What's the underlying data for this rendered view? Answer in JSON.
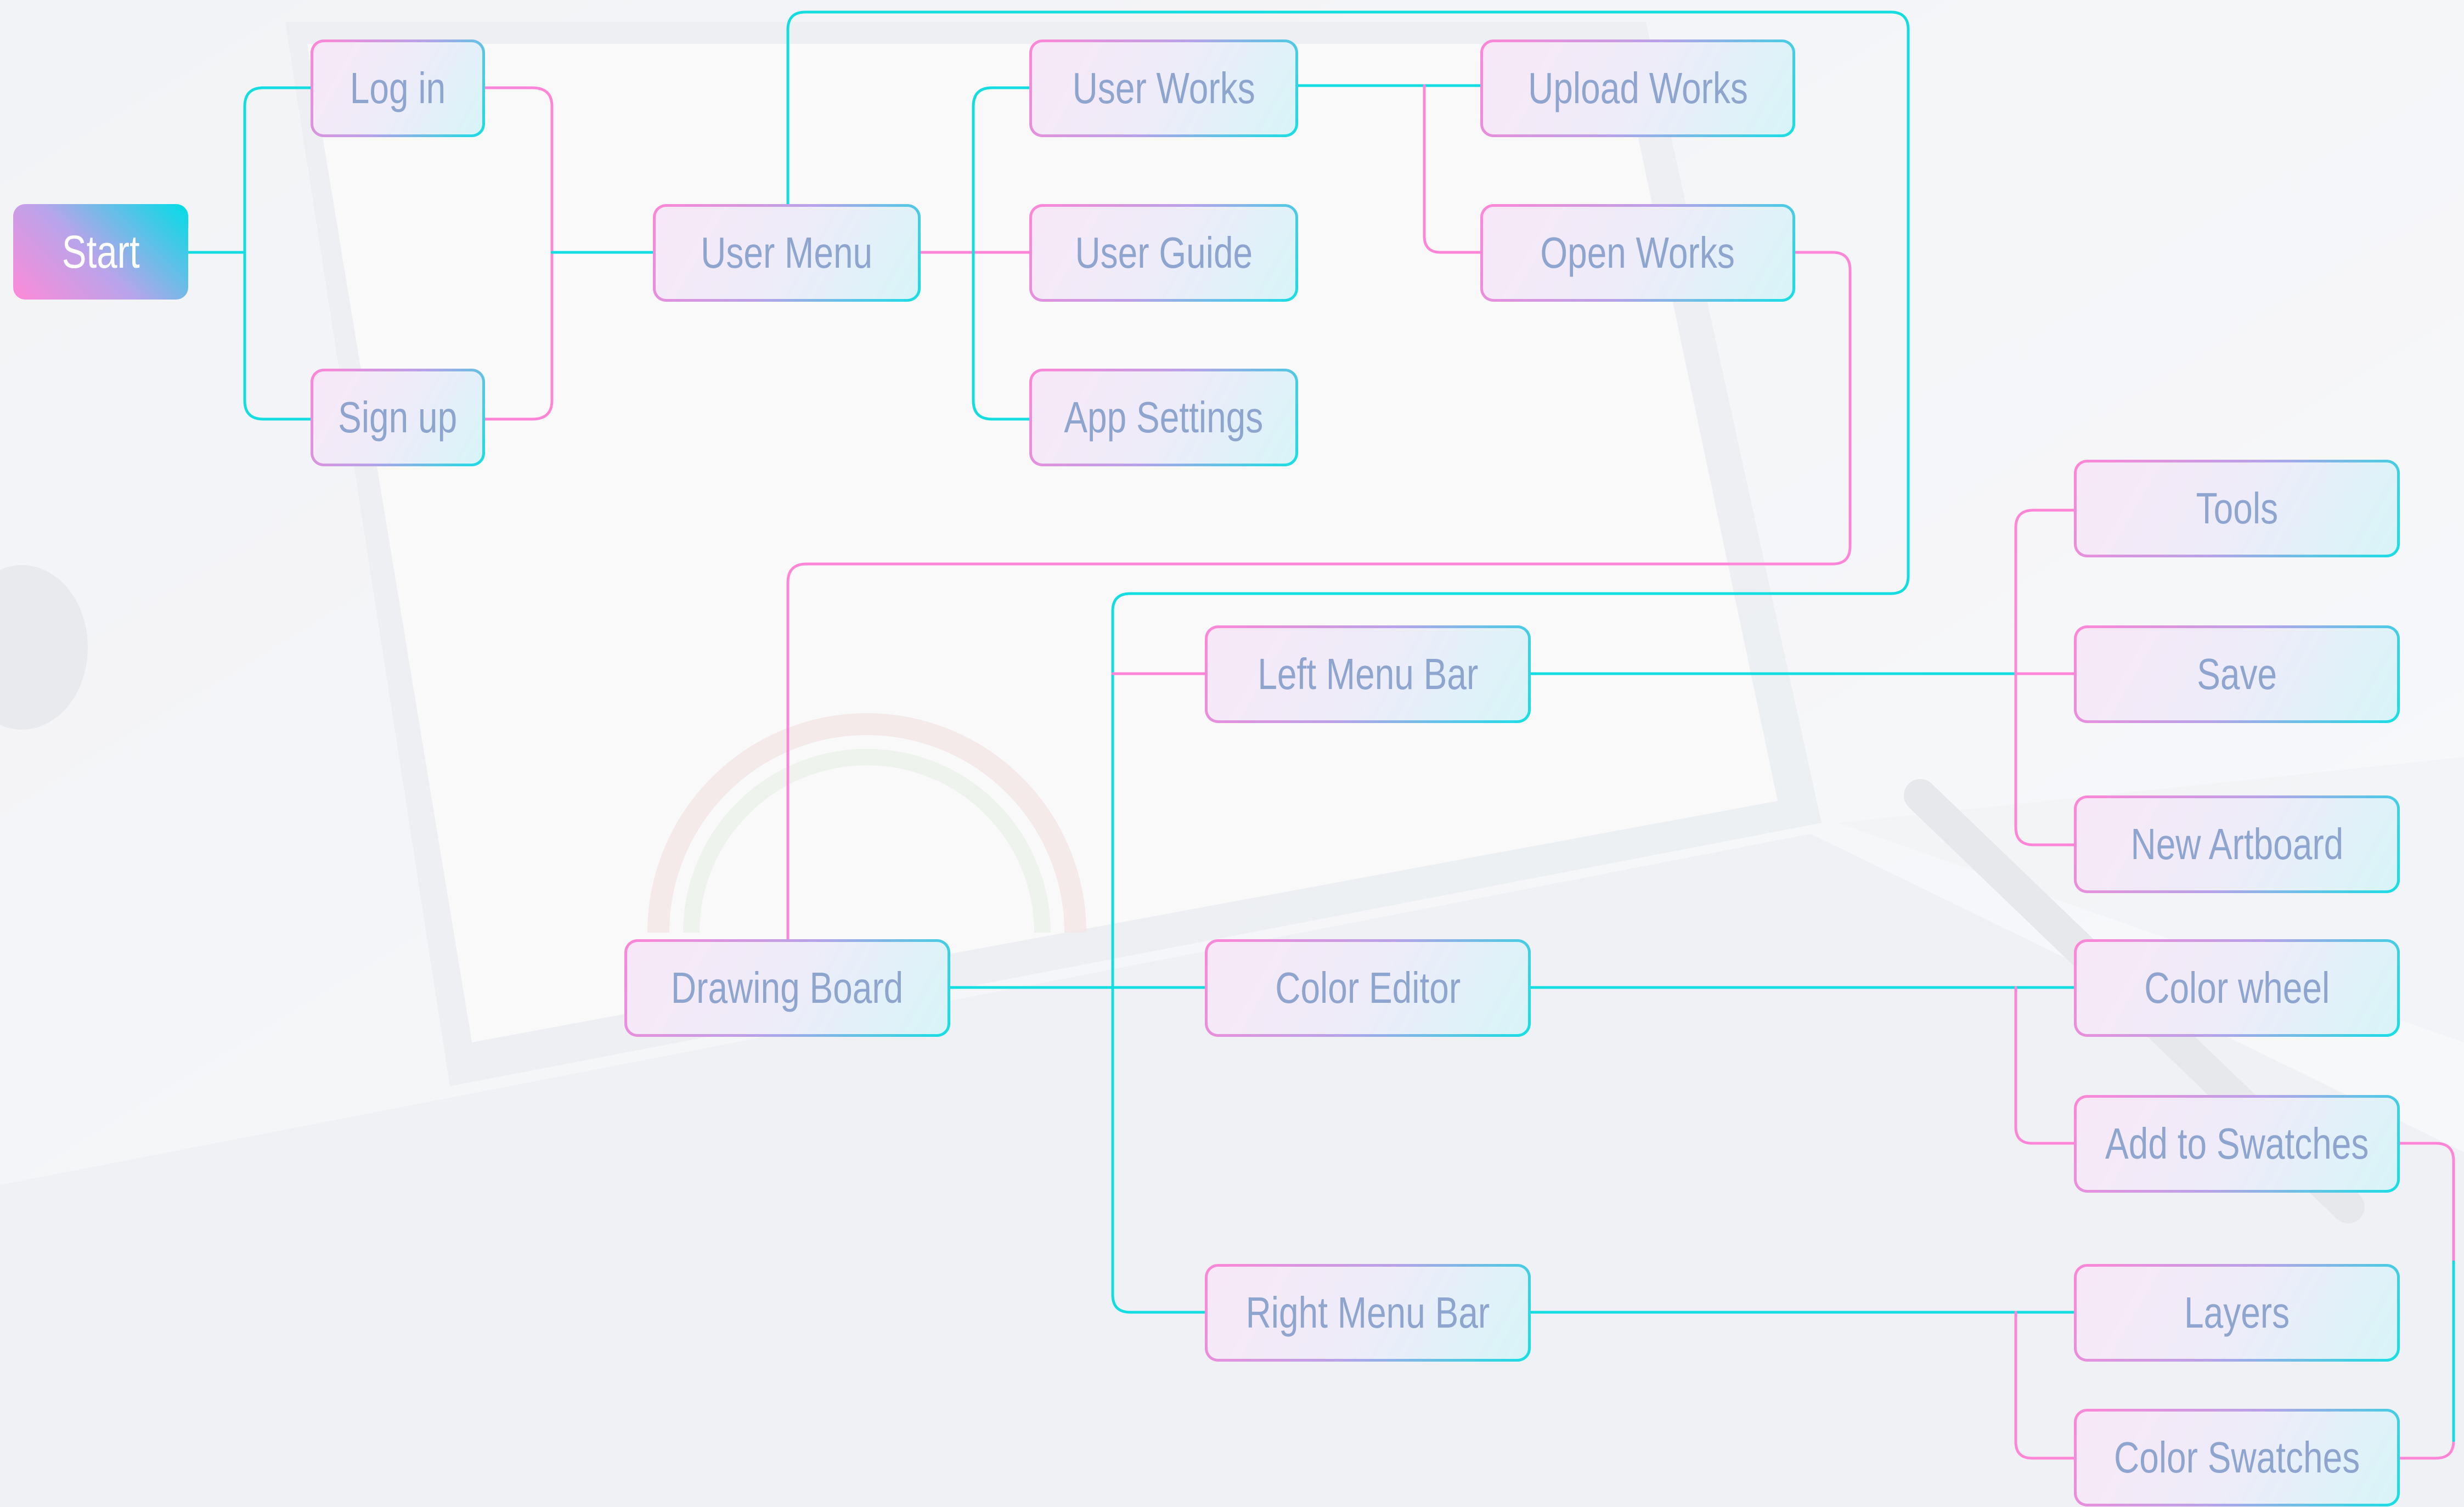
{
  "diagram": {
    "start": "Start",
    "auth": {
      "login": "Log in",
      "signup": "Sign up"
    },
    "user_menu": {
      "label": "User Menu",
      "children": {
        "user_works": "User Works",
        "user_guide": "User Guide",
        "app_settings": "App Settings"
      }
    },
    "works": {
      "upload": "Upload Works",
      "open": "Open Works"
    },
    "drawing_board": {
      "label": "Drawing Board",
      "left_menu_bar": {
        "label": "Left Menu Bar",
        "items": [
          "Tools",
          "Save",
          "New Artboard"
        ]
      },
      "color_editor": {
        "label": "Color Editor",
        "items": [
          "Color wheel",
          "Add to Swatches"
        ]
      },
      "right_menu_bar": {
        "label": "Right Menu Bar",
        "items": [
          "Layers",
          "Color Swatches"
        ]
      }
    }
  },
  "colors": {
    "cyan": "#14dde2",
    "pink": "#ff86d6",
    "label": "#8ea5d0",
    "start_text": "#ffffff"
  }
}
